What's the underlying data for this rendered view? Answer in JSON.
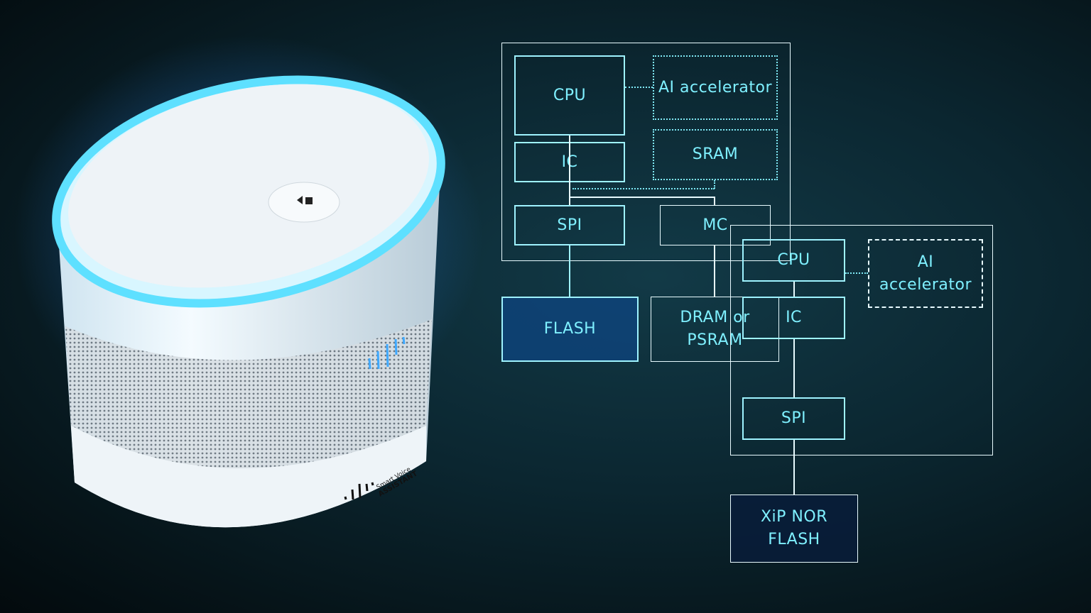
{
  "device": {
    "brand_line1": "Smart Voice",
    "brand_line2": "ASSISTANT"
  },
  "diagram_left": {
    "cpu": "CPU",
    "ai_accelerator": "AI accelerator",
    "ic": "IC",
    "sram": "SRAM",
    "spi": "SPI",
    "mc": "MC",
    "flash": "FLASH",
    "dram_line1": "DRAM or",
    "dram_line2": "PSRAM"
  },
  "diagram_right": {
    "cpu": "CPU",
    "ai_accelerator": "AI accelerator",
    "ic": "IC",
    "spi": "SPI",
    "xip_line1": "XiP NOR",
    "xip_line2": "FLASH"
  },
  "colors": {
    "accent": "#7ff0ff",
    "flash_fill": "#0e3f6e",
    "xip_fill": "#0a1f3a",
    "glow": "#2f8bff"
  }
}
